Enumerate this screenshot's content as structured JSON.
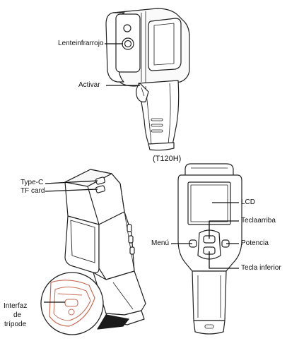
{
  "colors": {
    "outline": "#222222",
    "accent": "#c96a55",
    "shade": "#1a1a1a",
    "panel": "#f4f4f4"
  },
  "labels": {
    "lens": "Lenteinfrarrojo",
    "trigger": "Activar",
    "model": "(T120H)",
    "type_c": "Type-C",
    "tf_card": "TF card",
    "tripod_line1": "Interfaz",
    "tripod_line2": "de",
    "tripod_line3": "trípode",
    "lcd": "LCD",
    "key_up": "Teclaarriba",
    "menu": "Menú",
    "power": "Potencia",
    "key_down": "Tecla inferior"
  }
}
